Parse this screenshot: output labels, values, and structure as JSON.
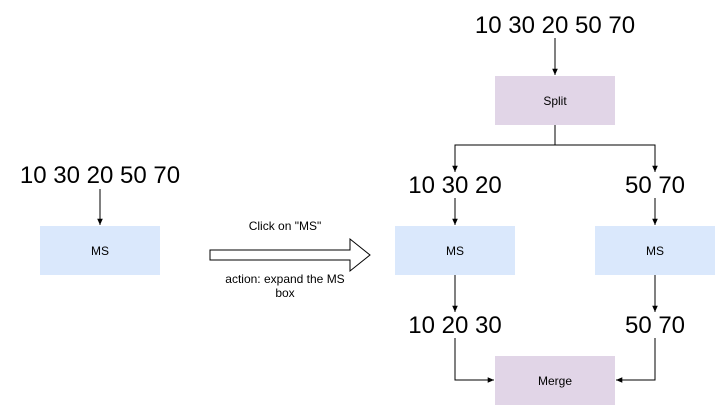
{
  "left": {
    "input": "10 30 20 50 70",
    "box": "MS"
  },
  "transition": {
    "click_label": "Click on \"MS\"",
    "action_label": "action: expand the MS box"
  },
  "right": {
    "input": "10 30 20 50 70",
    "split": "Split",
    "left_half": "10 30 20",
    "right_half": "50 70",
    "left_ms": "MS",
    "right_ms": "MS",
    "left_sorted": "10 20 30",
    "right_sorted": "50 70",
    "merge": "Merge"
  },
  "colors": {
    "ms_fill": "#dae8fc",
    "split_merge_fill": "#e1d5e7"
  }
}
